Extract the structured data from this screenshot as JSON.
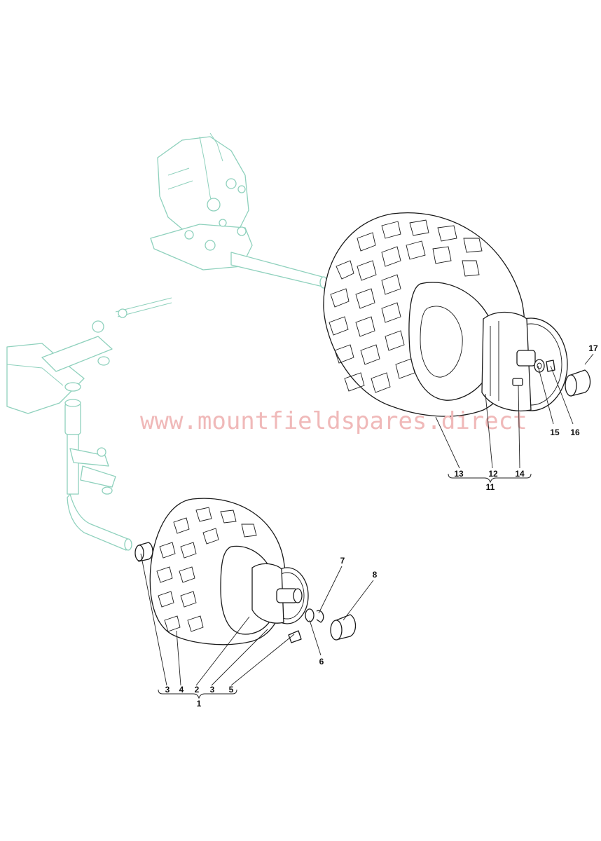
{
  "watermark": "www.mountfieldspares.direct",
  "callouts": {
    "c1": "1",
    "c2": "2",
    "c3a": "3",
    "c3b": "3",
    "c4": "4",
    "c5": "5",
    "c6": "6",
    "c7": "7",
    "c8": "8",
    "c11": "11",
    "c12": "12",
    "c13": "13",
    "c14": "14",
    "c15": "15",
    "c16": "16",
    "c17": "17"
  },
  "colors": {
    "ghost": "#8fd1bd",
    "ink": "#1a1a1a",
    "watermark": "#f0b9b9"
  }
}
